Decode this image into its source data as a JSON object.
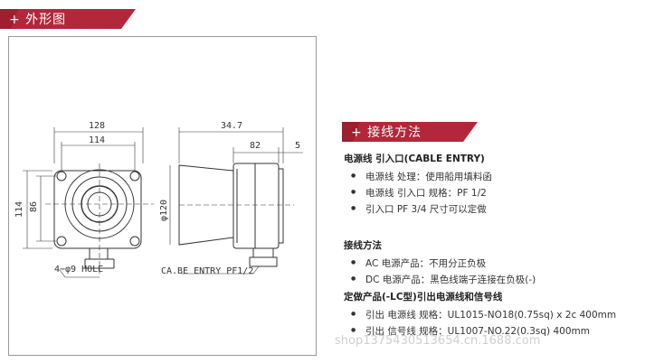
{
  "banners": {
    "outline": "+ 外形图",
    "wiring": "+ 接线方法"
  },
  "drawing": {
    "dim_128": "128",
    "dim_114_top": "114",
    "dim_114_left": "114",
    "dim_86": "86",
    "hole_label": "4−φ9  HOLE",
    "dim_34_7": "34.7",
    "dim_82": "82",
    "dim_5": "5",
    "dim_phi120": "φ120",
    "cable_label": "CA.BE ENTRY PF1/2"
  },
  "section1": {
    "heading": "电源线 引入口(CABLE ENTRY)",
    "items": [
      "电源线 处理：使用船用填料函",
      "电源线 引入口 规格：PF 1/2",
      "引入口 PF 3/4 尺寸可以定做"
    ]
  },
  "section2": {
    "heading": "接线方法",
    "items": [
      "AC 电源产品：不用分正负极",
      "DC 电源产品：黑色线端子连接在负极(-)"
    ]
  },
  "section3": {
    "heading": "定做产品(-LC型)引出电源线和信号线",
    "items": [
      "引出 电源线 规格：UL1015-NO18(0.75sq) x 2c 400mm",
      "引出 信号线 规格：UL1007-NO.22(0.3sq) 400mm"
    ]
  },
  "watermark": "shop1375430513654.cn.1688.com",
  "colors": {
    "banner_red": "#b2283a",
    "banner_dark": "#7a1421"
  }
}
